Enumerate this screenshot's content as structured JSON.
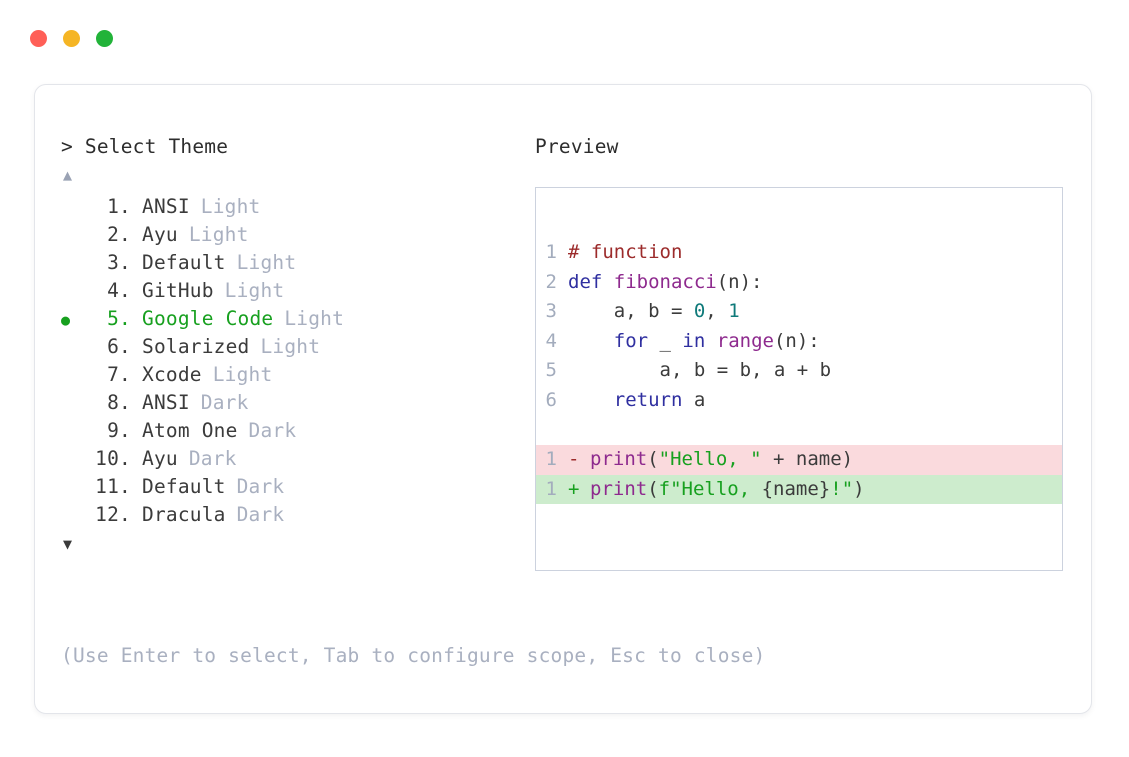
{
  "window": {
    "traffic_lights": [
      {
        "name": "close",
        "color": "#ff5f57"
      },
      {
        "name": "minimize",
        "color": "#f5b524"
      },
      {
        "name": "maximize",
        "color": "#22b339"
      }
    ]
  },
  "selector": {
    "prompt_caret": ">",
    "prompt_label": "Select Theme",
    "scroll_up_glyph": "▲",
    "scroll_down_glyph": "▼",
    "selected_bullet": "●",
    "selected_index": 5,
    "items": [
      {
        "index": "1.",
        "name": "ANSI",
        "variant": "Light",
        "selected": false
      },
      {
        "index": "2.",
        "name": "Ayu",
        "variant": "Light",
        "selected": false
      },
      {
        "index": "3.",
        "name": "Default",
        "variant": "Light",
        "selected": false
      },
      {
        "index": "4.",
        "name": "GitHub",
        "variant": "Light",
        "selected": false
      },
      {
        "index": "5.",
        "name": "Google Code",
        "variant": "Light",
        "selected": true
      },
      {
        "index": "6.",
        "name": "Solarized",
        "variant": "Light",
        "selected": false
      },
      {
        "index": "7.",
        "name": "Xcode",
        "variant": "Light",
        "selected": false
      },
      {
        "index": "8.",
        "name": "ANSI",
        "variant": "Dark",
        "selected": false
      },
      {
        "index": "9.",
        "name": "Atom One",
        "variant": "Dark",
        "selected": false
      },
      {
        "index": "10.",
        "name": "Ayu",
        "variant": "Dark",
        "selected": false
      },
      {
        "index": "11.",
        "name": "Default",
        "variant": "Dark",
        "selected": false
      },
      {
        "index": "12.",
        "name": "Dracula",
        "variant": "Dark",
        "selected": false
      }
    ]
  },
  "preview": {
    "title": "Preview",
    "code_lines": [
      {
        "num": "1",
        "tokens": [
          {
            "t": "# function",
            "c": "comment"
          }
        ]
      },
      {
        "num": "2",
        "tokens": [
          {
            "t": "def ",
            "c": "kw"
          },
          {
            "t": "fibonacci",
            "c": "fn"
          },
          {
            "t": "(n):",
            "c": "plain"
          }
        ]
      },
      {
        "num": "3",
        "tokens": [
          {
            "t": "    a, b = ",
            "c": "plain"
          },
          {
            "t": "0",
            "c": "num"
          },
          {
            "t": ", ",
            "c": "plain"
          },
          {
            "t": "1",
            "c": "num"
          }
        ]
      },
      {
        "num": "4",
        "tokens": [
          {
            "t": "    ",
            "c": "plain"
          },
          {
            "t": "for",
            "c": "kw"
          },
          {
            "t": " _ ",
            "c": "plain"
          },
          {
            "t": "in",
            "c": "kw"
          },
          {
            "t": " ",
            "c": "plain"
          },
          {
            "t": "range",
            "c": "builtin"
          },
          {
            "t": "(n):",
            "c": "plain"
          }
        ]
      },
      {
        "num": "5",
        "tokens": [
          {
            "t": "        a, b = b, a + b",
            "c": "plain"
          }
        ]
      },
      {
        "num": "6",
        "tokens": [
          {
            "t": "    ",
            "c": "plain"
          },
          {
            "t": "return",
            "c": "kw"
          },
          {
            "t": " a",
            "c": "plain"
          }
        ]
      }
    ],
    "diff_lines": [
      {
        "kind": "del",
        "num": "1",
        "sign": "-",
        "tokens": [
          {
            "t": "print",
            "c": "builtin"
          },
          {
            "t": "(",
            "c": "plain"
          },
          {
            "t": "\"Hello, \"",
            "c": "str"
          },
          {
            "t": " + name)",
            "c": "plain"
          }
        ]
      },
      {
        "kind": "add",
        "num": "1",
        "sign": "+",
        "tokens": [
          {
            "t": "print",
            "c": "builtin"
          },
          {
            "t": "(",
            "c": "plain"
          },
          {
            "t": "f\"Hello, ",
            "c": "str"
          },
          {
            "t": "{name}",
            "c": "plain"
          },
          {
            "t": "!\"",
            "c": "str"
          },
          {
            "t": ")",
            "c": "plain"
          }
        ]
      }
    ]
  },
  "help": {
    "text": "(Use Enter to select, Tab to configure scope, Esc to close)"
  },
  "colors": {
    "accent_green": "#17a01f",
    "muted": "#a9b0c0",
    "text": "#3b3b3b",
    "diff_del_bg": "#fadadd",
    "diff_add_bg": "#cdeccd",
    "panel_border": "#ccd2de",
    "card_border": "#e3e5ea"
  }
}
